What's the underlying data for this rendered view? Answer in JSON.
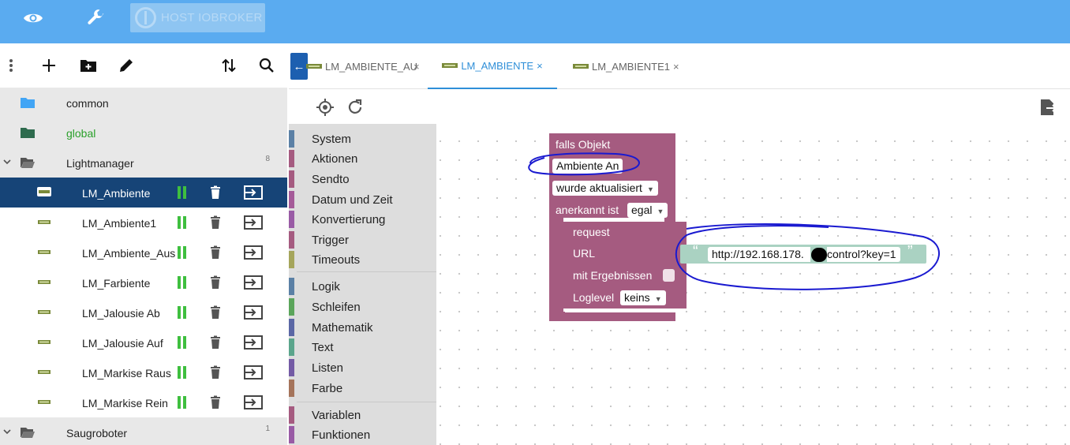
{
  "header": {
    "host_label": "HOST IOBROKER",
    "icons": [
      "eye-icon",
      "wrench-icon"
    ]
  },
  "left_toolbar": {
    "icons": [
      "more-vert-icon",
      "add-icon",
      "create-folder-icon",
      "edit-icon",
      "sort-icon",
      "search-icon"
    ]
  },
  "tree": {
    "common": {
      "label": "common",
      "color": "#42a5f5"
    },
    "global": {
      "label": "global",
      "color": "#2e7d32"
    },
    "lightmanager": {
      "label": "Lightmanager",
      "count": "8"
    },
    "scripts": [
      {
        "label": "LM_Ambiente"
      },
      {
        "label": "LM_Ambiente1"
      },
      {
        "label": "LM_Ambiente_Aus"
      },
      {
        "label": "LM_Farbiente"
      },
      {
        "label": "LM_Jalousie Ab"
      },
      {
        "label": "LM_Jalousie Auf"
      },
      {
        "label": "LM_Markise Raus"
      },
      {
        "label": "LM_Markise Rein"
      }
    ],
    "saugroboter": {
      "label": "Saugroboter",
      "count": "1"
    }
  },
  "tabs": [
    {
      "label": "LM_AMBIENTE_AUS",
      "close": "×"
    },
    {
      "label": "LM_AMBIENTE",
      "close": "×"
    },
    {
      "label": "LM_AMBIENTE1",
      "close": "×"
    }
  ],
  "collapse_arrow": "←",
  "toolbox": {
    "categories": [
      {
        "label": "System",
        "color": "#5b80a5"
      },
      {
        "label": "Aktionen",
        "color": "#a55b80"
      },
      {
        "label": "Sendto",
        "color": "#a55b80"
      },
      {
        "label": "Datum und Zeit",
        "color": "#a55b99"
      },
      {
        "label": "Konvertierung",
        "color": "#995ba5"
      },
      {
        "label": "Trigger",
        "color": "#a55b80"
      },
      {
        "label": "Timeouts",
        "color": "#a5a55b"
      },
      {
        "label": "Logik",
        "color": "#5b80a5"
      },
      {
        "label": "Schleifen",
        "color": "#5ba55b"
      },
      {
        "label": "Mathematik",
        "color": "#5b67a5"
      },
      {
        "label": "Text",
        "color": "#5ba58c"
      },
      {
        "label": "Listen",
        "color": "#745ba5"
      },
      {
        "label": "Farbe",
        "color": "#a5745b"
      },
      {
        "label": "Variablen",
        "color": "#a55b80"
      },
      {
        "label": "Funktionen",
        "color": "#995ba5"
      }
    ]
  },
  "blocks": {
    "trigger": {
      "title": "falls Objekt",
      "object": "Ambiente An",
      "event": "wurde aktualisiert",
      "ack_label": "anerkannt ist",
      "ack_value": "egal",
      "color": "#a55b80"
    },
    "request": {
      "title": "request",
      "url_label": "URL",
      "results_label": "mit Ergebnissen",
      "loglevel_label": "Loglevel",
      "loglevel_value": "keins"
    },
    "text": {
      "open_quote": "“",
      "url": "http://192.168.178.",
      "url_end": "control?key=1",
      "close_quote": "”",
      "color": "#5ba58c"
    }
  }
}
